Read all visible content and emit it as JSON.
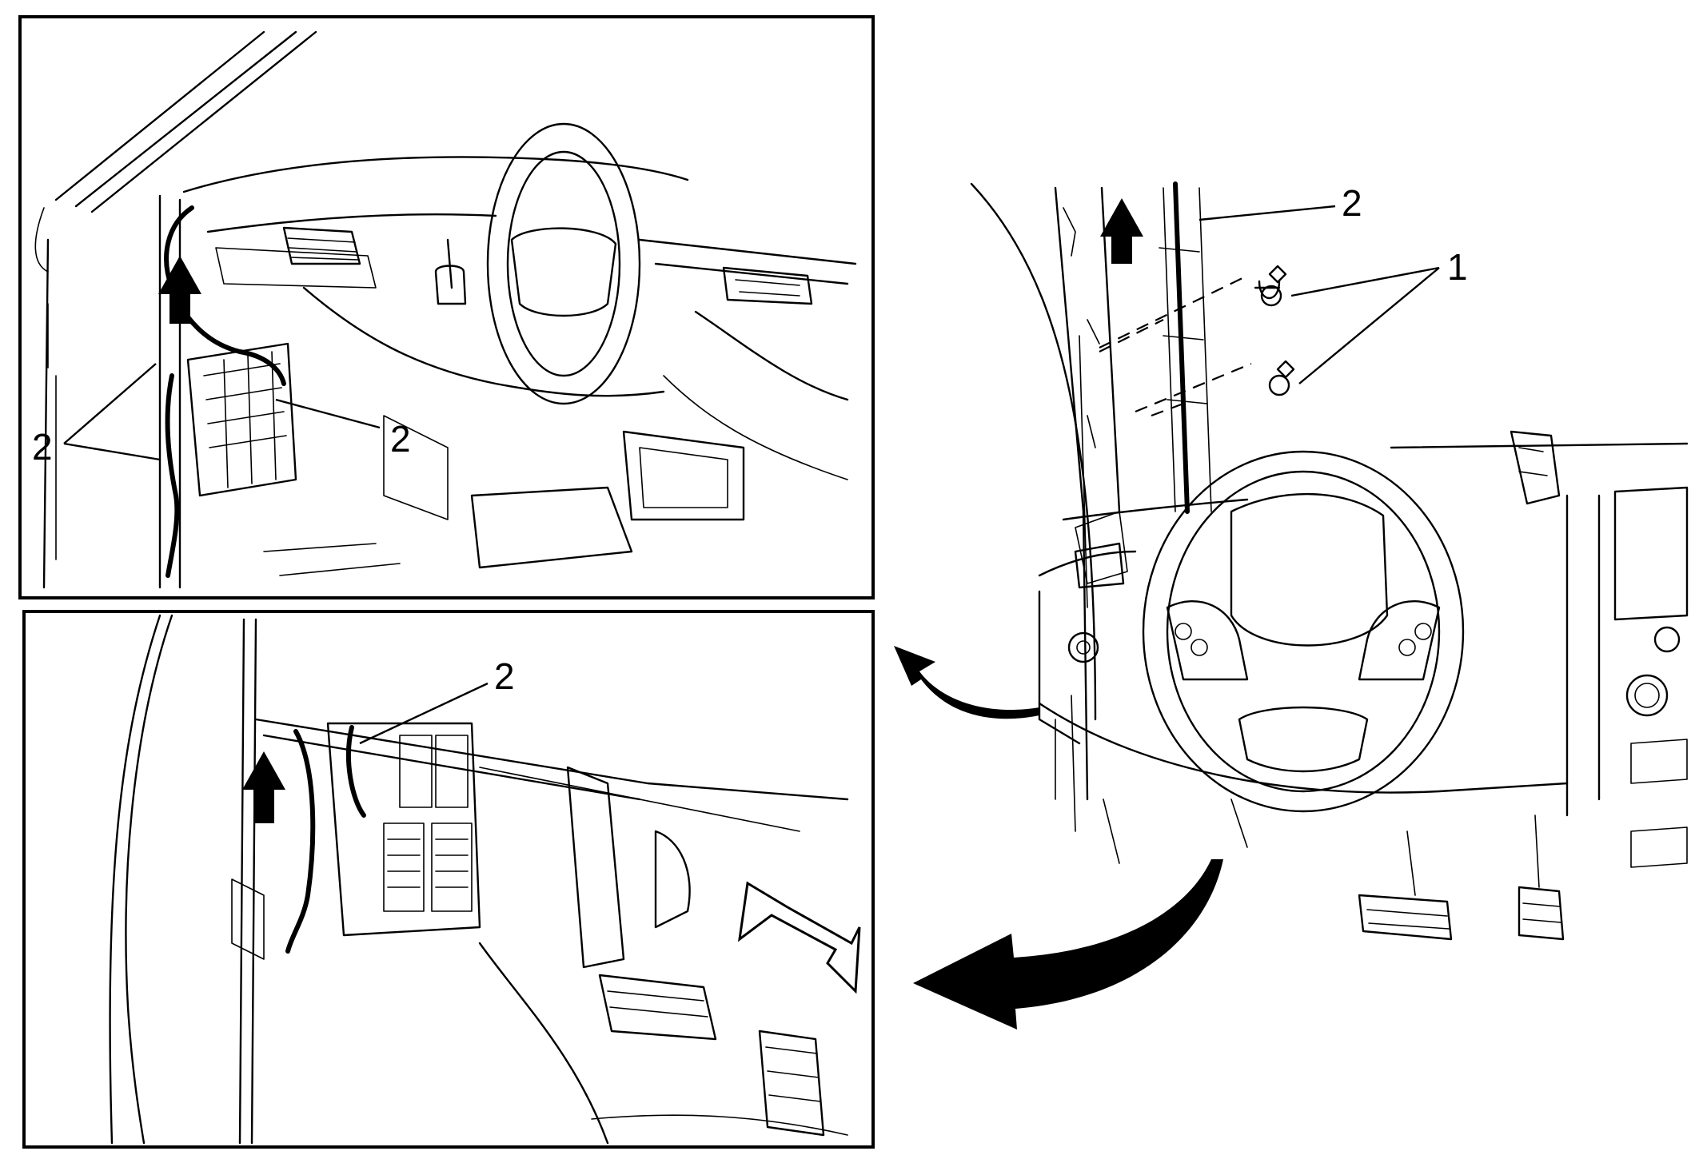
{
  "colors": {
    "line": "#000000",
    "background": "#ffffff"
  },
  "callouts": {
    "top_left_harness_left": "2",
    "top_left_harness_right": "2",
    "bottom_left_harness": "2",
    "right_harness": "2",
    "right_fasteners": "1"
  },
  "icons": {
    "direction_arrow": "up-arrow-icon",
    "view_arrow": "view-direction-arrow-icon",
    "transition_arrow": "curved-arrow-icon"
  }
}
